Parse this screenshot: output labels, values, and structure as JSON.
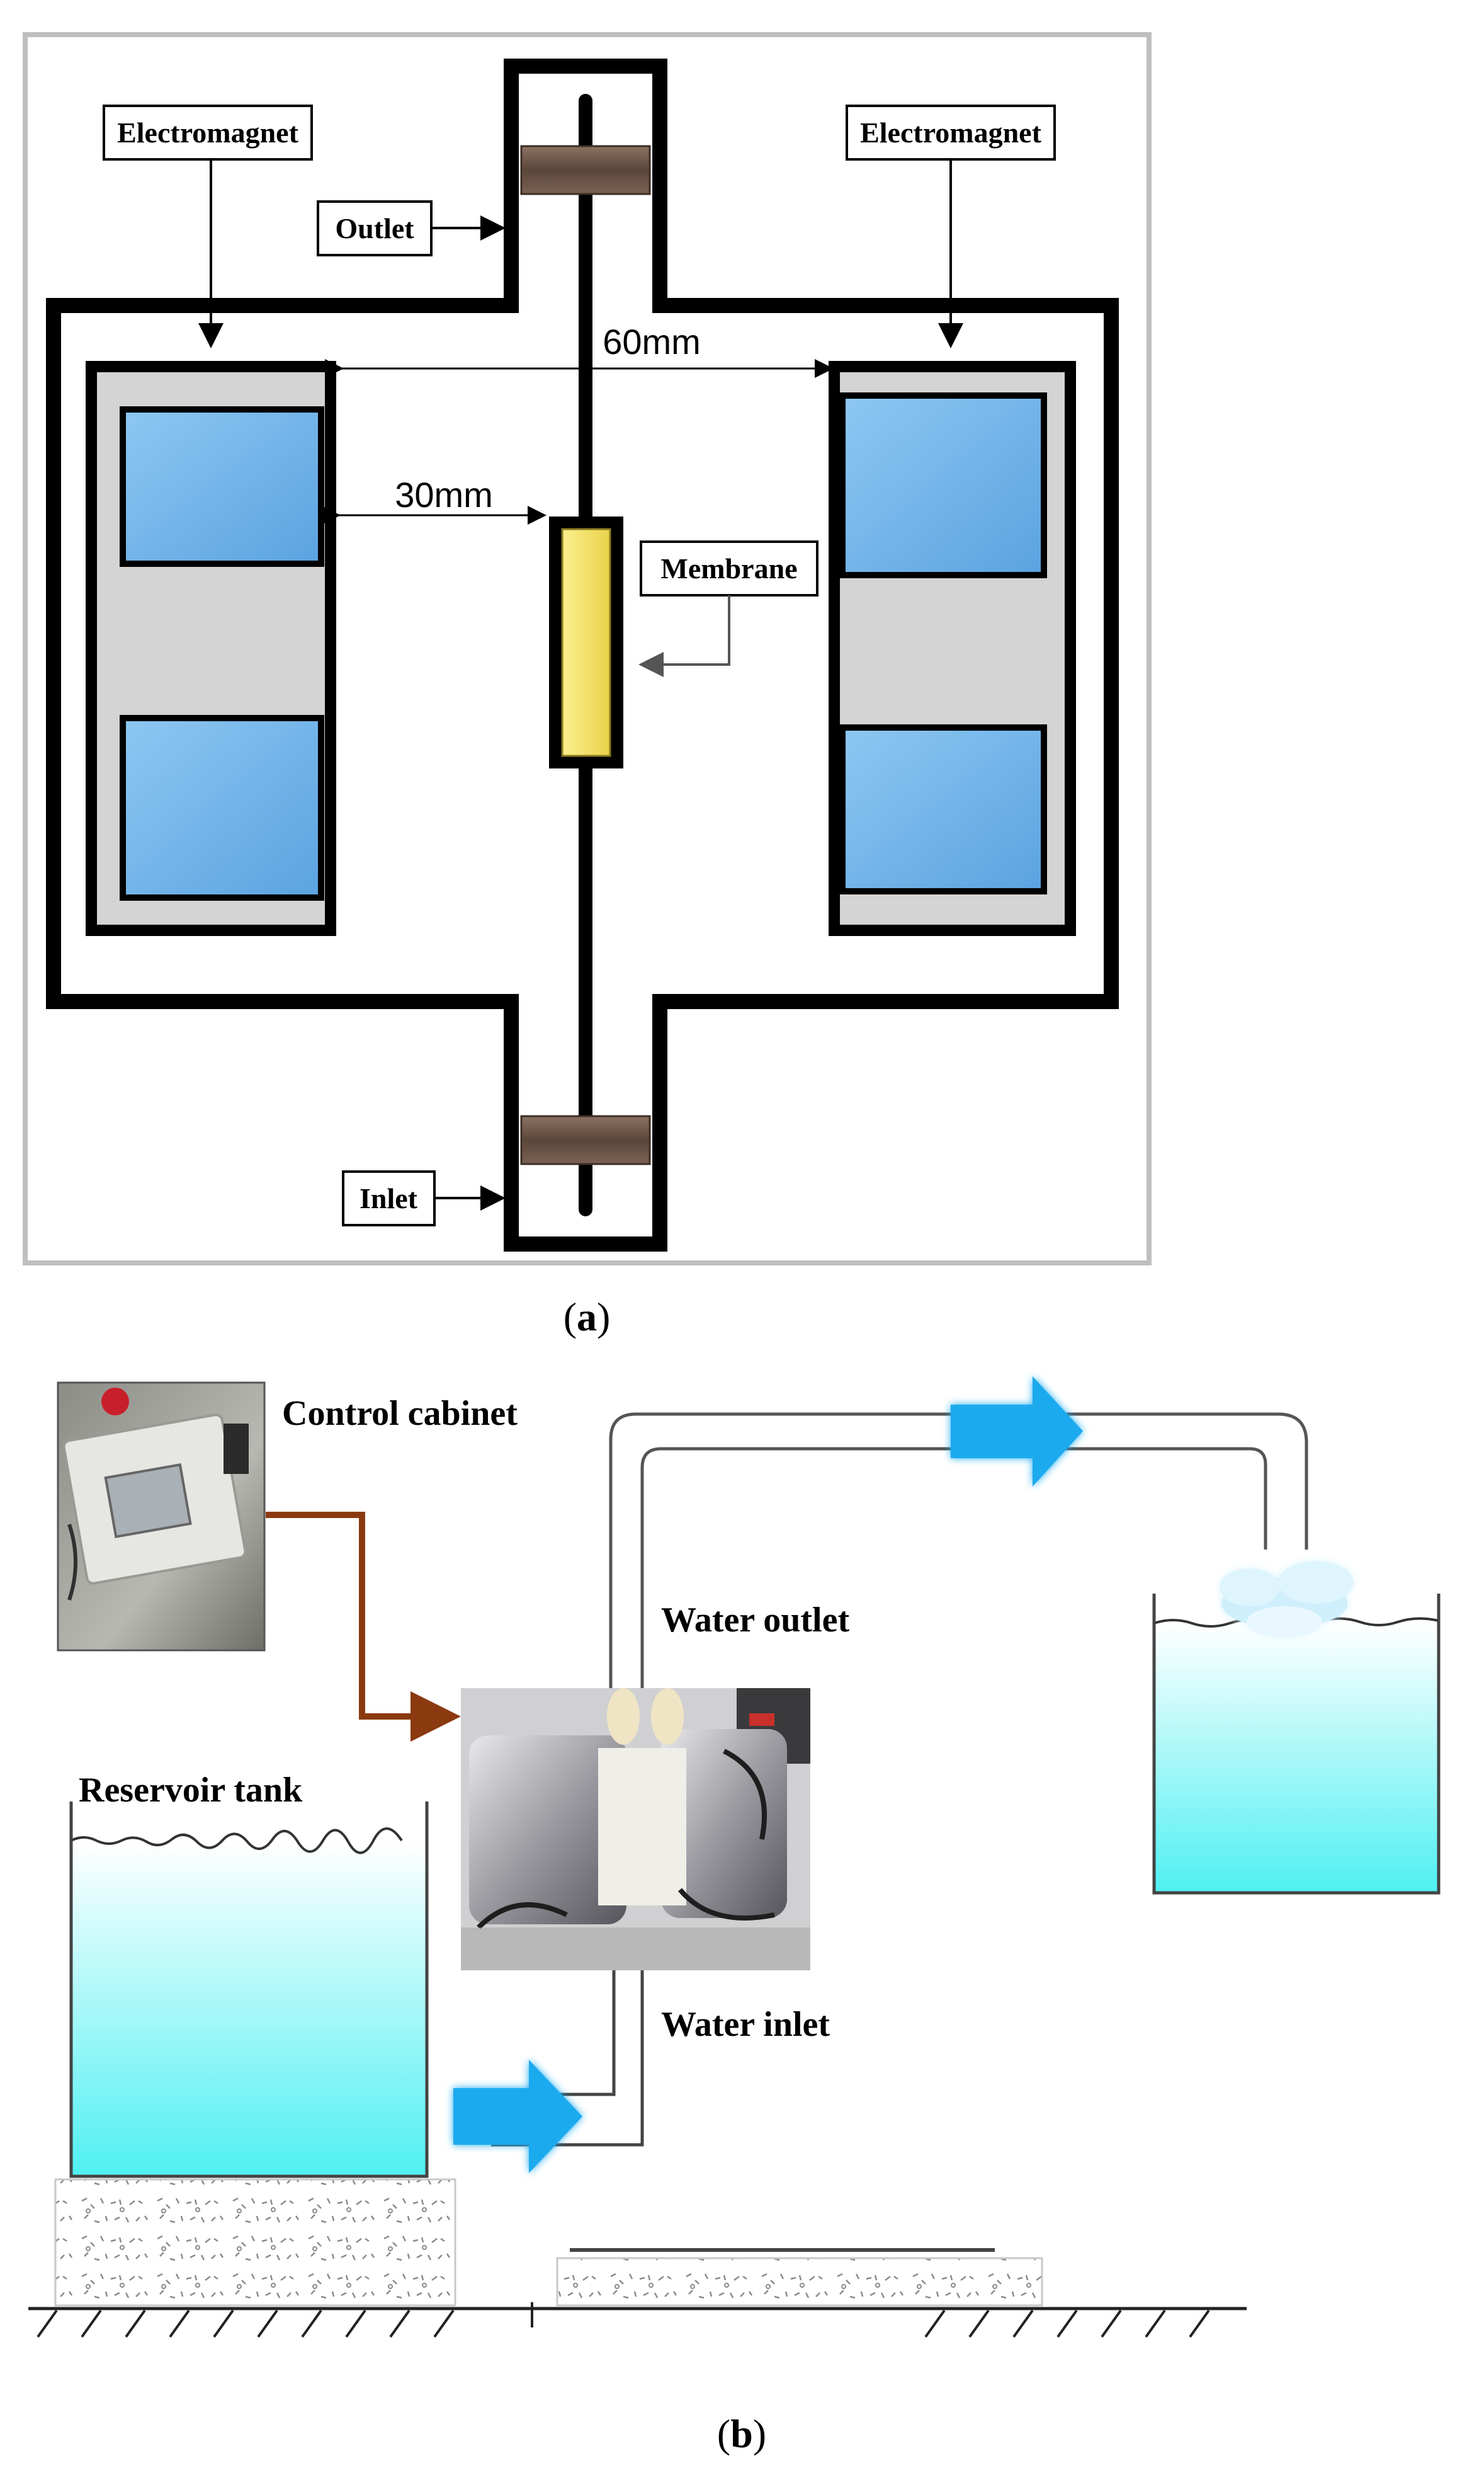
{
  "panel_a": {
    "caption_letter": "a",
    "labels": {
      "electromagnet_left": "Electromagnet",
      "electromagnet_right": "Electromagnet",
      "outlet": "Outlet",
      "inlet": "Inlet",
      "membrane": "Membrane"
    },
    "dimensions": {
      "span": "60mm",
      "gap": "30mm"
    },
    "colors": {
      "coil_blue": "#6fb3ea",
      "core_gray": "#d4d4d4",
      "membrane_yellow": "#f5e36a",
      "valve_brown": "#6a5648"
    }
  },
  "panel_b": {
    "caption_letter": "b",
    "labels": {
      "control_cabinet": "Control cabinet",
      "water_outlet": "Water outlet",
      "water_inlet": "Water inlet",
      "reservoir_tank": "Reservoir tank"
    },
    "colors": {
      "water_top": "#ffffff",
      "water_bottom": "#4ff0f2",
      "flow_arrow": "#1faaee",
      "signal_wire": "#8b3a10"
    }
  }
}
